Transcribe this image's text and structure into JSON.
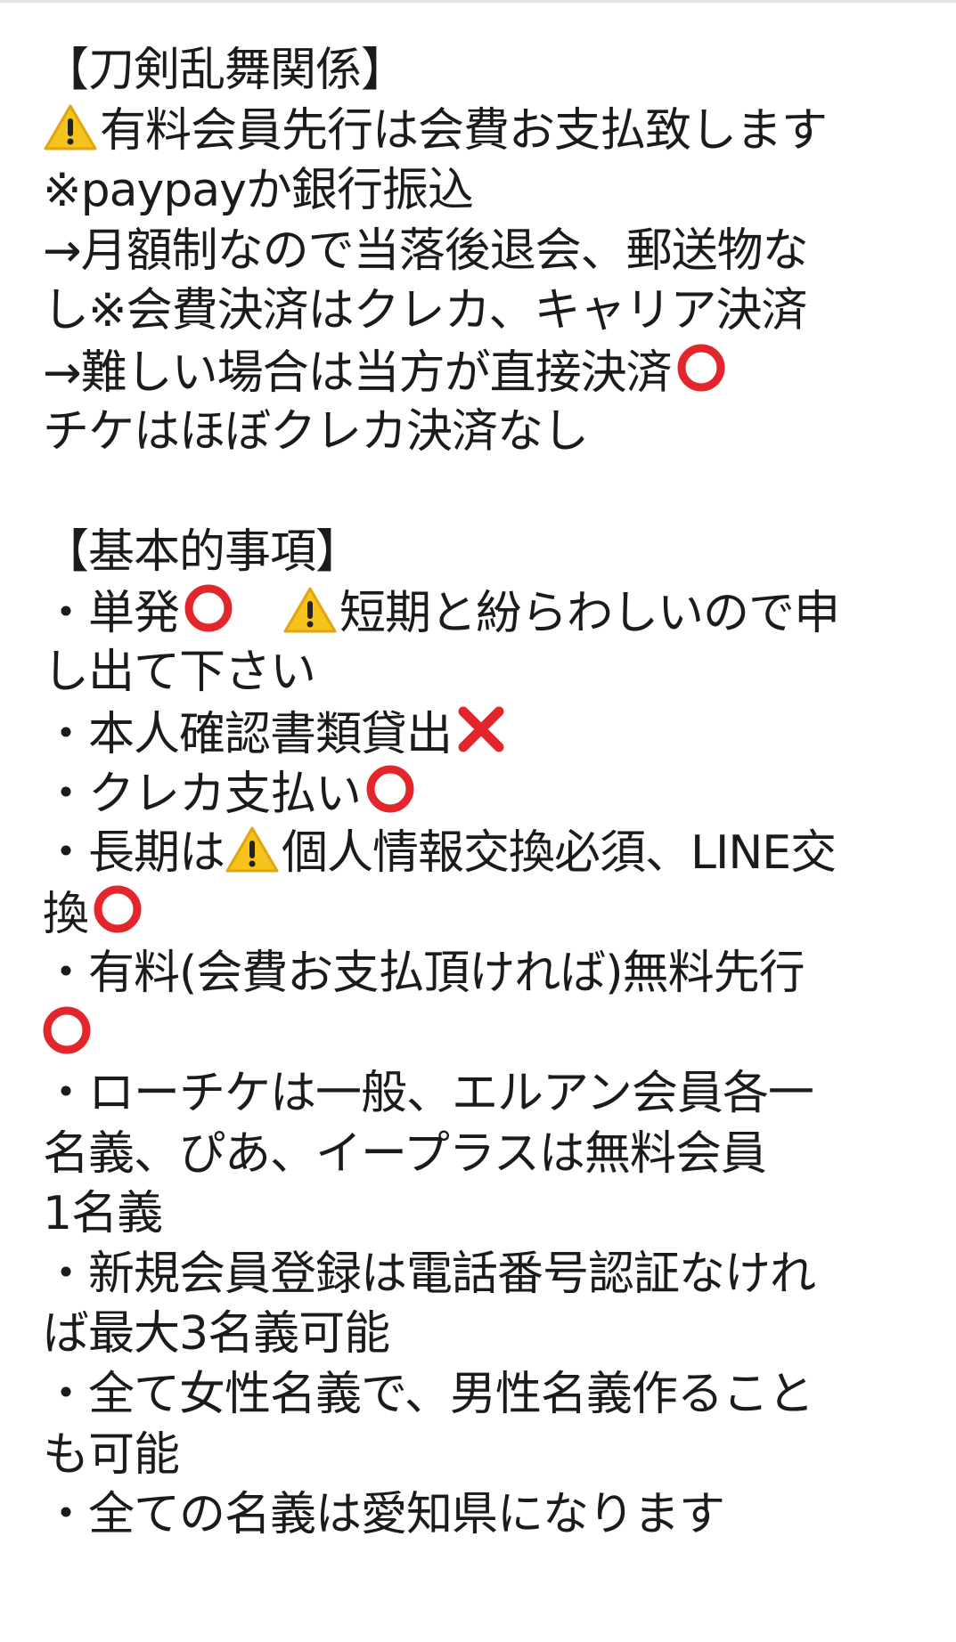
{
  "section1": {
    "heading": "【刀剣乱舞関係】",
    "line1": "有料会員先行は会費お支払致します",
    "line2": "※paypayか銀行振込",
    "line3": "→月額制なので当落後退会、郵送物な",
    "line4": "し※会費決済はクレカ、キャリア決済",
    "line5": "→難しい場合は当方が直接決済",
    "line6": "チケはほぼクレカ決済なし"
  },
  "section2": {
    "heading": "【基本的事項】",
    "item1_a": "・単発",
    "item1_b": "短期と紛らわしいので申",
    "item1_c": "し出て下さい",
    "item2": "・本人確認書類貸出",
    "item3": "・クレカ支払い",
    "item4_a": "・長期は",
    "item4_b": "個人情報交換必須、LINE交",
    "item4_c": "換",
    "item5": "・有料(会費お支払頂ければ)無料先行",
    "item6_a": "・ローチケは一般、エルアン会員各一",
    "item6_b": "名義、ぴあ、イープラスは無料会員",
    "item6_c": "1名義",
    "item7_a": "・新規会員登録は電話番号認証なけれ",
    "item7_b": "ば最大3名義可能",
    "item8_a": "・全て女性名義で、男性名義作ること",
    "item8_b": "も可能",
    "item9": "・全ての名義は愛知県になります"
  },
  "icons": {
    "warning": "warning-icon",
    "ok": "red-circle-icon",
    "no": "red-cross-icon"
  },
  "colors": {
    "text": "#1b1b1b",
    "warning_fill": "#f6c21c",
    "mark_red": "#e2262b"
  }
}
